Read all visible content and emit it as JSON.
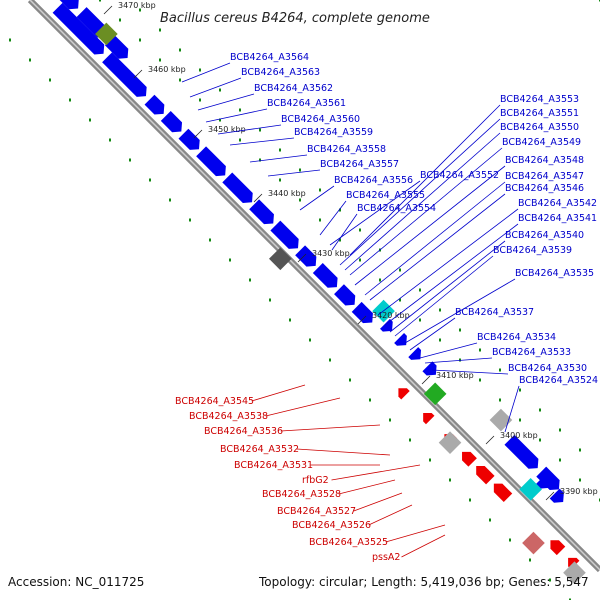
{
  "title": "Bacillus cereus B4264, complete genome",
  "footer": {
    "accession": "Accession: NC_011725",
    "summary": "Topology: circular; Length: 5,419,036 bp; Genes: 5,547"
  },
  "colors": {
    "forward_gene": "#0000ee",
    "reverse_gene": "#ee0000",
    "backbone": "#888888",
    "dots": "#118811",
    "label_blue": "#0000cc",
    "label_red": "#cc0000"
  },
  "ticks": [
    "3470 kbp",
    "3460 kbp",
    "3450 kbp",
    "3440 kbp",
    "3430 kbp",
    "3420 kbp",
    "3410 kbp",
    "3400 kbp",
    "3390 kbp"
  ],
  "labels_blue": [
    "BCB4264_A3564",
    "BCB4264_A3563",
    "BCB4264_A3562",
    "BCB4264_A3561",
    "BCB4264_A3560",
    "BCB4264_A3559",
    "BCB4264_A3558",
    "BCB4264_A3557",
    "BCB4264_A3556",
    "BCB4264_A3555",
    "BCB4264_A3554",
    "BCB4264_A3553",
    "BCB4264_A3551",
    "BCB4264_A3550",
    "BCB4264_A3549",
    "BCB4264_A3548",
    "BCB4264_A3552",
    "BCB4264_A3547",
    "BCB4264_A3546",
    "BCB4264_A3542",
    "BCB4264_A3541",
    "BCB4264_A3540",
    "BCB4264_A3539",
    "BCB4264_A3535",
    "BCB4264_A3537",
    "BCB4264_A3534",
    "BCB4264_A3533",
    "BCB4264_A3530",
    "BCB4264_A3524"
  ],
  "labels_red": [
    "BCB4264_A3545",
    "BCB4264_A3538",
    "BCB4264_A3536",
    "BCB4264_A3532",
    "BCB4264_A3531",
    "rfbG2",
    "BCB4264_A3528",
    "BCB4264_A3527",
    "BCB4264_A3526",
    "BCB4264_A3525",
    "pssA2"
  ]
}
